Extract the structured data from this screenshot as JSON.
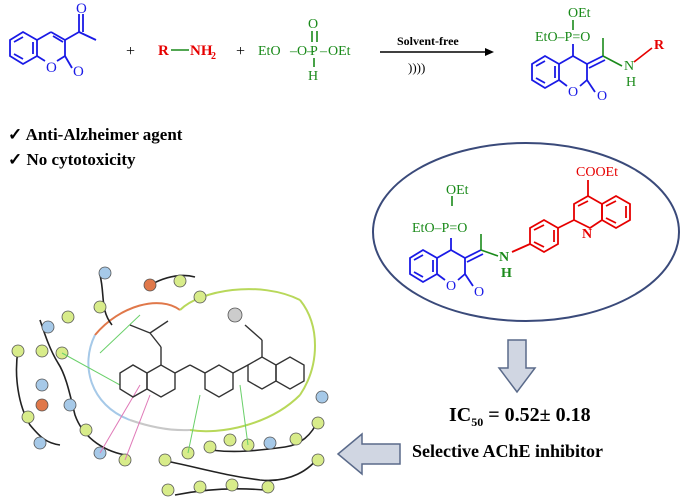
{
  "scheme": {
    "plus1": "+",
    "plus2": "+",
    "amine": {
      "r": "R",
      "nh2": "NH",
      "sub": "2"
    },
    "phosphite": {
      "eto": "EtO",
      "p": "P",
      "oet": "OEt",
      "o": "O",
      "h": "H"
    },
    "condition_top": "Solvent-free",
    "condition_bottom": "))))",
    "product": {
      "oet": "OEt",
      "eto_p_o": "EtO–P=O",
      "r": "R",
      "nh": "N",
      "h": "H",
      "o": "O"
    },
    "chromone_o": "O"
  },
  "bullets": [
    {
      "mark": "✓",
      "text": "Anti-Alzheimer  agent"
    },
    {
      "mark": "✓",
      "text": "No cytotoxicity"
    }
  ],
  "highlight": {
    "oet": "OEt",
    "eto_p_o": "EtO–P=O",
    "cooet": "COOEt",
    "n_ring": "N",
    "nh_n": "N",
    "nh_h": "H",
    "o": "O"
  },
  "result": {
    "ic_label": "IC",
    "ic_sub": "50",
    "ic_value": " = 0.52± 0.18",
    "caption": "Selective AChE inhibitor"
  },
  "colors": {
    "blue": "#1a1ae6",
    "red": "#e60000",
    "green": "#1a8a1a",
    "ellipse": "#3a4a7a",
    "arrow_fill": "#d0d6e2",
    "arrow_stroke": "#5a6a8a"
  }
}
